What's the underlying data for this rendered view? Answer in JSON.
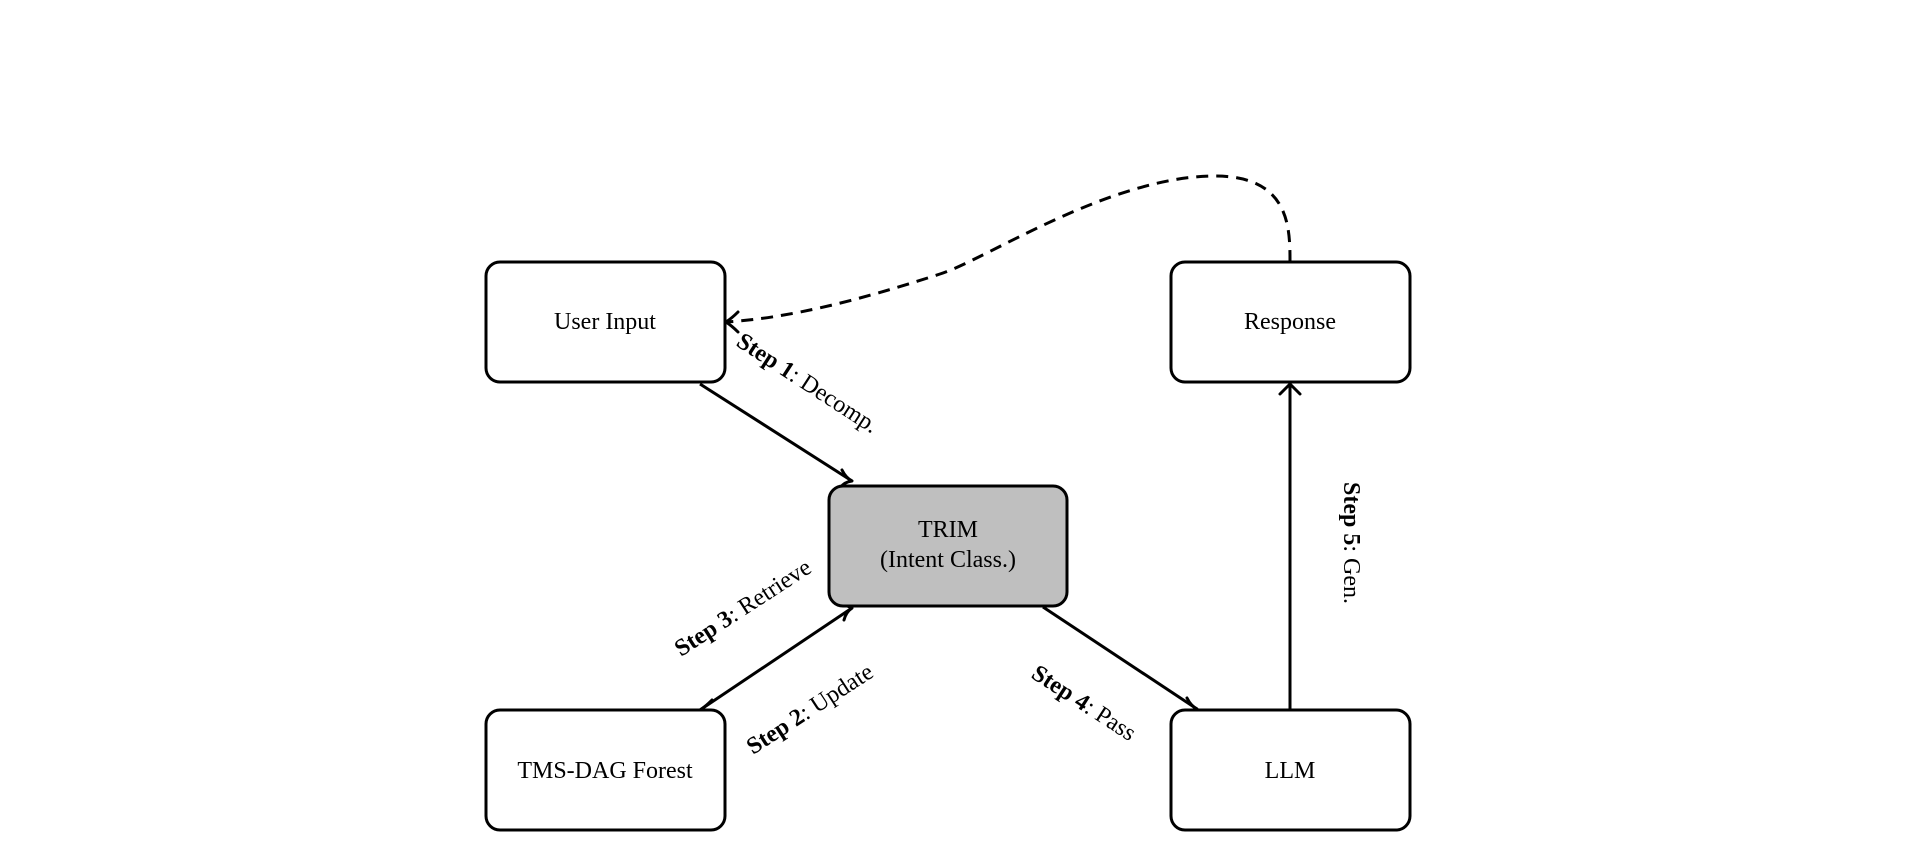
{
  "nodes": {
    "user_input": {
      "label": "User Input"
    },
    "response": {
      "label": "Response"
    },
    "trim": {
      "line1": "TRIM",
      "line2": "(Intent Class.)"
    },
    "tms_dag": {
      "label": "TMS-DAG Forest"
    },
    "llm": {
      "label": "LLM"
    }
  },
  "edges": {
    "step1": {
      "step": "Step 1",
      "text": ": Decomp."
    },
    "step2": {
      "step": "Step 2",
      "text": ": Update"
    },
    "step3": {
      "step": "Step 3",
      "text": ": Retrieve"
    },
    "step4": {
      "step": "Step 4",
      "text": ": Pass"
    },
    "step5": {
      "step": "Step 5",
      "text": ": Gen."
    }
  },
  "colors": {
    "trim_fill": "#bfbfbf",
    "node_fill": "#ffffff",
    "stroke": "#000000"
  }
}
